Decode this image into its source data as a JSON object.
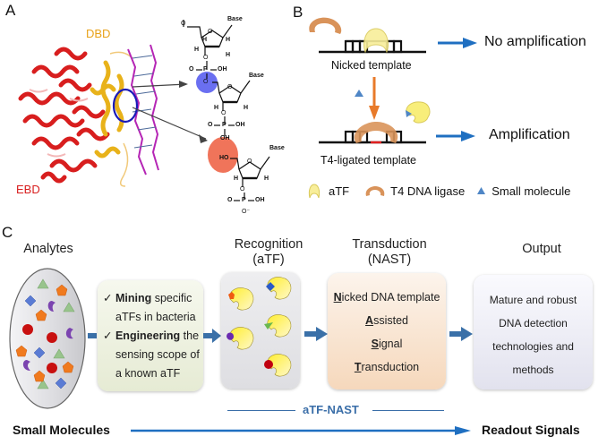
{
  "panel_a": {
    "letter": "A",
    "labels": {
      "dbd": "DBD",
      "ebd": "EBD"
    },
    "chem": {
      "base": "Base",
      "o": "O",
      "h": "H",
      "p": "P",
      "oh": "OH",
      "ho": "HO",
      "o_minus": "O⁻",
      "o_eq": "O="
    },
    "colors": {
      "ebd": "#d81e1e",
      "dbd": "#e8a21a",
      "dna": "#b526b5",
      "blue_highlight": "#5a5ff0",
      "red_highlight": "#f0745a",
      "circle": "#1a1ab8"
    }
  },
  "panel_b": {
    "letter": "B",
    "nicked_label": "Nicked template",
    "ligated_label": "T4-ligated template",
    "no_amp": "No amplification",
    "amp": "Amplification",
    "legend": [
      {
        "icon": "atf-icon",
        "label": "aTF"
      },
      {
        "icon": "ligase-icon",
        "label": "T4 DNA ligase"
      },
      {
        "icon": "small-molecule-icon",
        "label": "Small molecule"
      }
    ],
    "colors": {
      "arrow": "#1f6fc1",
      "ligase": "#d9935a",
      "atf": "#f8ee9a",
      "molecule": "#4f86c6",
      "down_arrow": "#e87a2a",
      "nick": "#e02020"
    }
  },
  "panel_c": {
    "letter": "C",
    "stages": {
      "analytes": "Analytes",
      "recognition": [
        "Recognition",
        "(aTF)"
      ],
      "transduction": [
        "Transduction",
        "(NAST)"
      ],
      "output": "Output"
    },
    "mining_box": [
      {
        "bold": "Mining",
        "rest": " specific"
      },
      {
        "bold": "",
        "rest": "aTFs in bacteria"
      },
      {
        "bold": "Engineering",
        "rest": " the"
      },
      {
        "bold": "",
        "rest": "sensing scope of"
      },
      {
        "bold": "",
        "rest": "a known aTF"
      }
    ],
    "check": "✓",
    "nast_box": [
      {
        "initial": "N",
        "rest": "icked DNA template"
      },
      {
        "initial": "A",
        "rest": "ssisted"
      },
      {
        "initial": "S",
        "rest": "ignal"
      },
      {
        "initial": "T",
        "rest": "ransduction"
      }
    ],
    "output_box": [
      "Mature and robust",
      "DNA detection",
      "technologies and",
      "methods"
    ],
    "atf_nast": "aTF-NAST",
    "small_molecules": "Small Molecules",
    "readout_signals": "Readout Signals",
    "colors": {
      "arrow": "#3a70a8",
      "line": "#1f6fc1",
      "atf_nast": "#3a6ea8"
    }
  }
}
